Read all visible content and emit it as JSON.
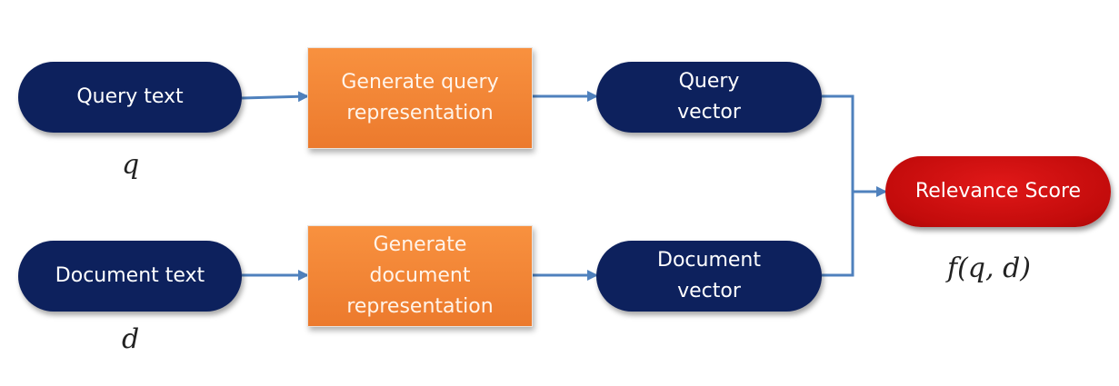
{
  "nodes": {
    "query_text": "Query text",
    "gen_query": "Generate query\nrepresentation",
    "query_vector": "Query\nvector",
    "document_text": "Document text",
    "gen_doc": "Generate\ndocument\nrepresentation",
    "document_vector": "Document\nvector",
    "relevance": "Relevance Score"
  },
  "symbols": {
    "q": "q",
    "d": "d",
    "f": "f(q, d)"
  },
  "colors": {
    "pill": "#0d215d",
    "process": "#f08435",
    "score": "#cc0e0e",
    "arrow": "#4f81bd"
  }
}
